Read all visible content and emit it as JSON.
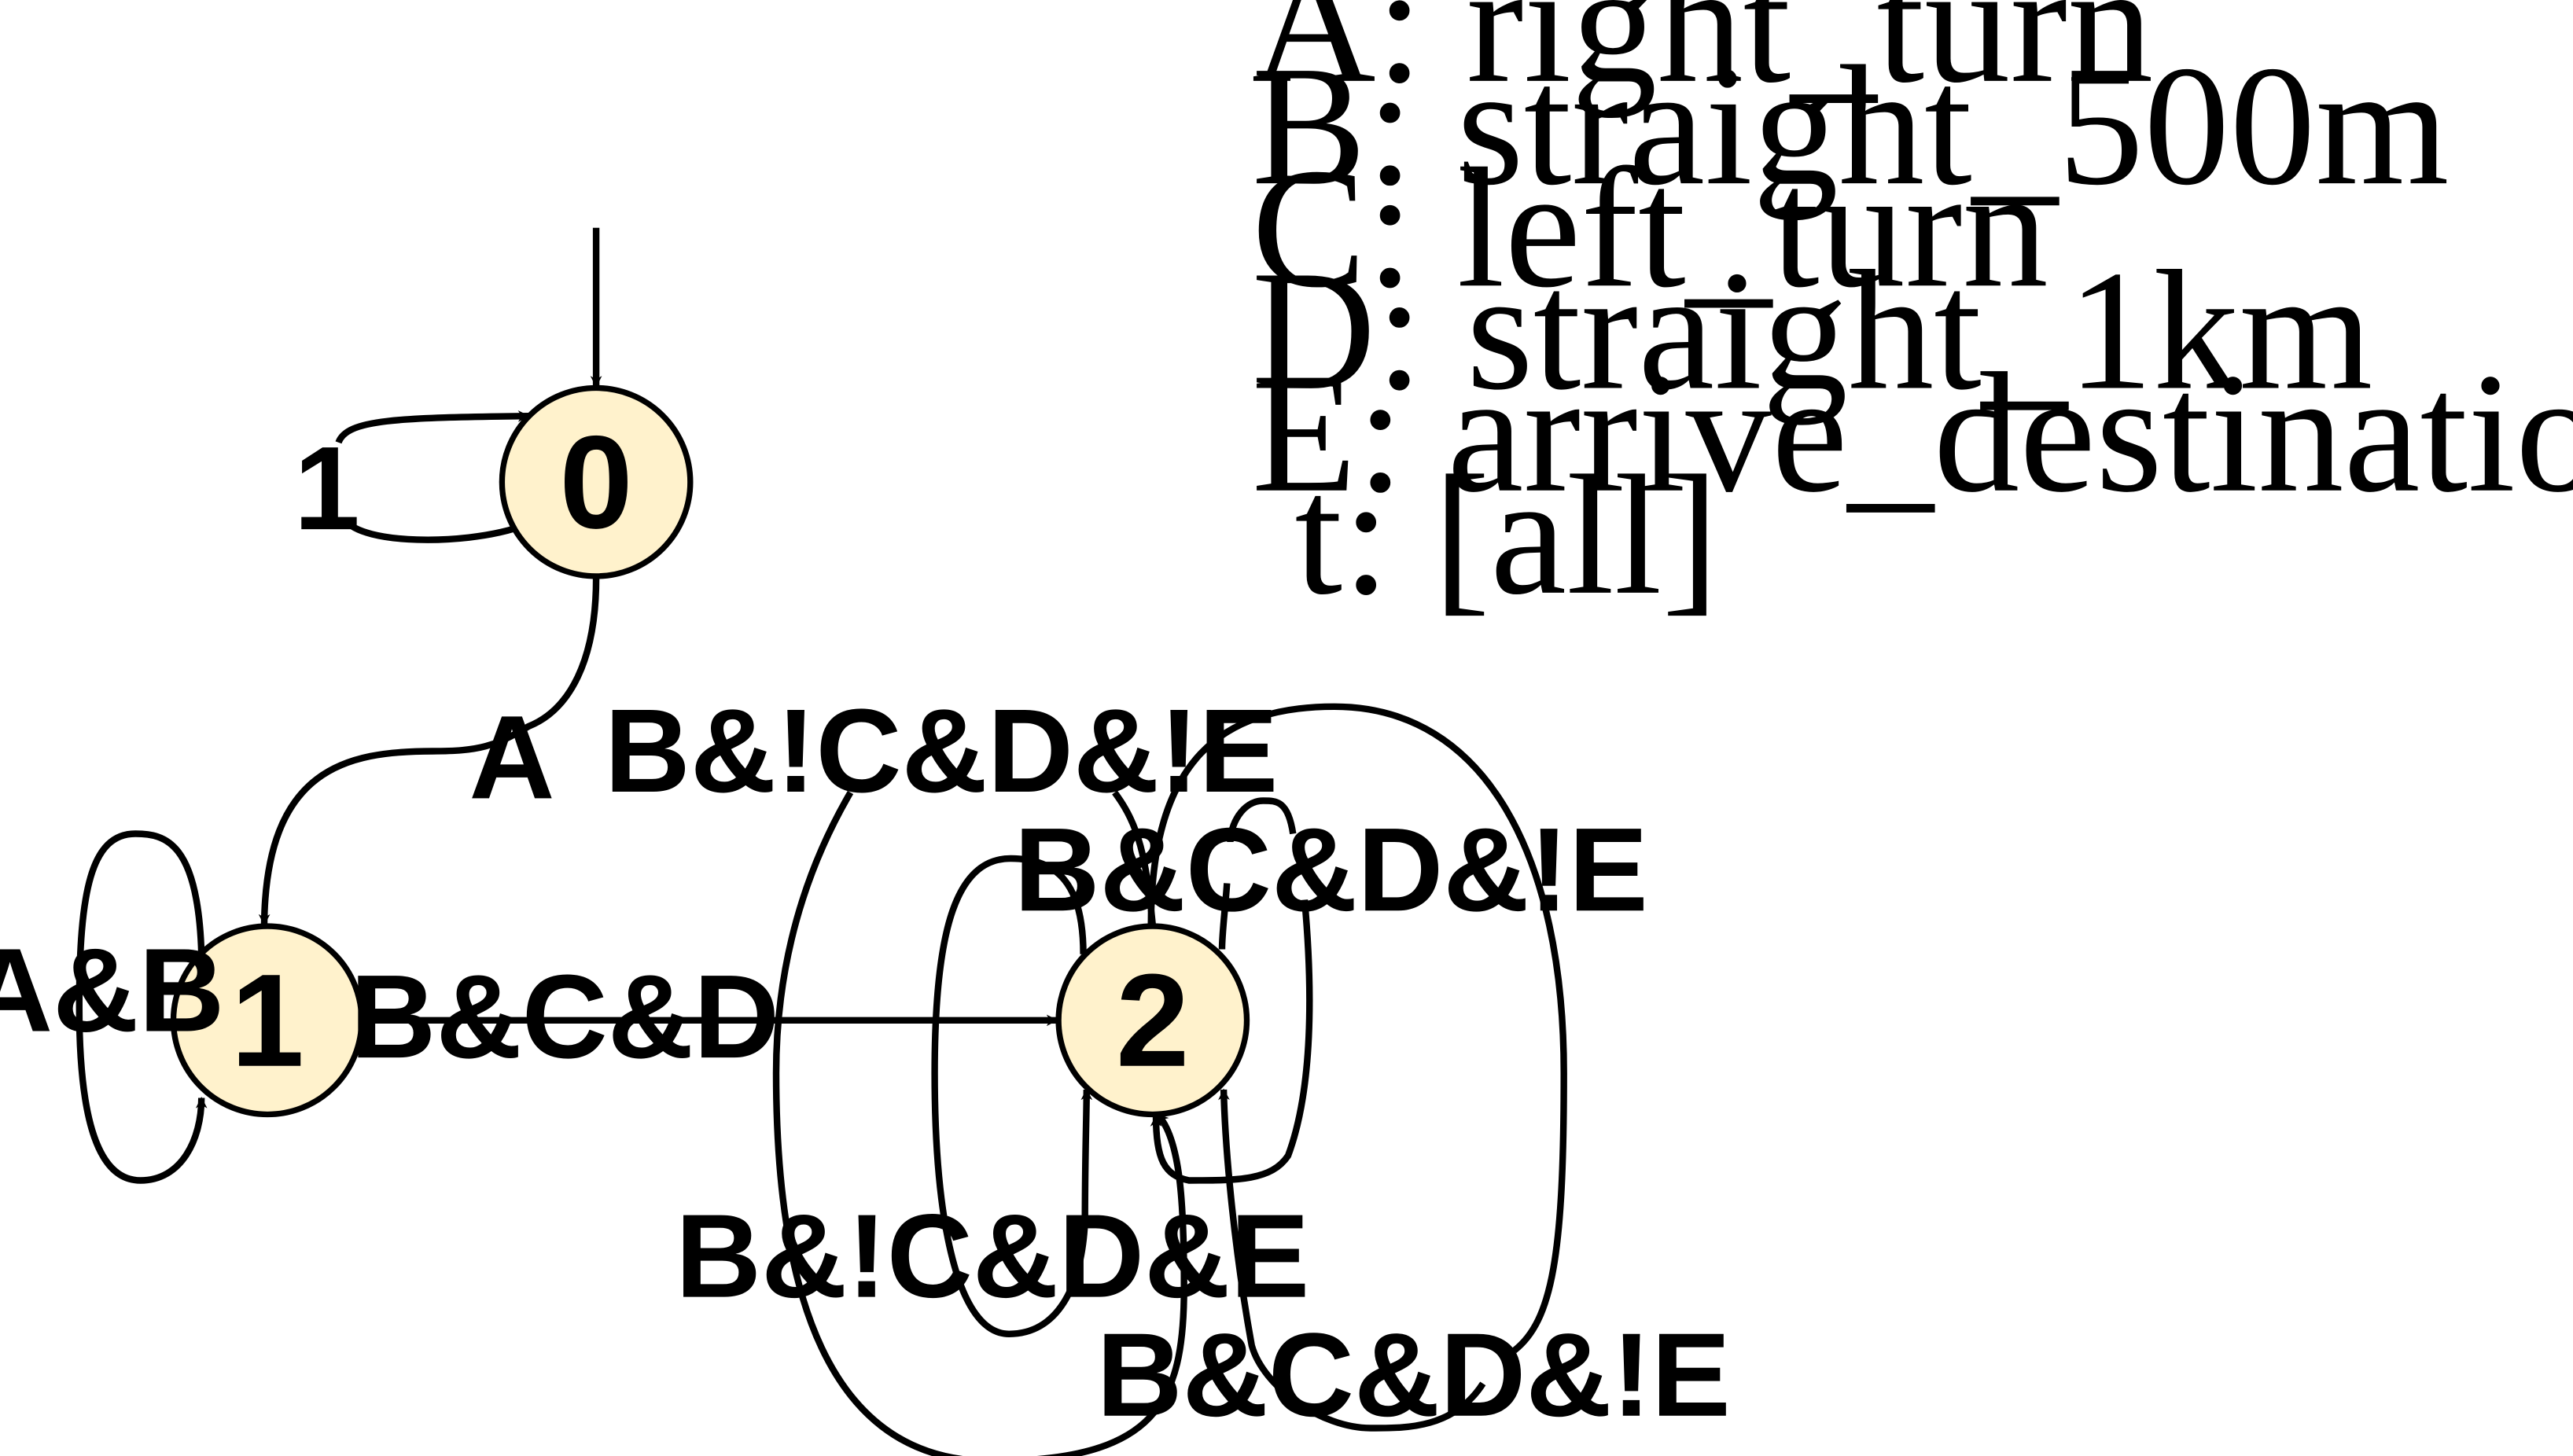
{
  "colors": {
    "node_fill": "#fff2cc",
    "stroke": "#000000",
    "background": "#ffffff"
  },
  "nodes": [
    {
      "id": "0",
      "label": "0"
    },
    {
      "id": "1",
      "label": "1"
    },
    {
      "id": "2",
      "label": "2"
    }
  ],
  "edges": [
    {
      "from": "0",
      "to": "0",
      "label": "1"
    },
    {
      "from": "0",
      "to": "1",
      "label": "A"
    },
    {
      "from": "1",
      "to": "1",
      "label": "!A&B"
    },
    {
      "from": "1",
      "to": "2",
      "label": "B&C&D"
    },
    {
      "from": "2",
      "to": "2",
      "label": "B&!C&D&!E"
    },
    {
      "from": "2",
      "to": "2",
      "label": "B&C&D&!E"
    },
    {
      "from": "2",
      "to": "2",
      "label": "B&!C&D&E"
    },
    {
      "from": "2",
      "to": "2",
      "label": "B&C&D&!E"
    }
  ],
  "legend": [
    "A: right_turn",
    "B: straight_500m",
    "C: left_turn",
    "D: straight_1km",
    "E: arrive_destination",
    " t: [all]"
  ]
}
